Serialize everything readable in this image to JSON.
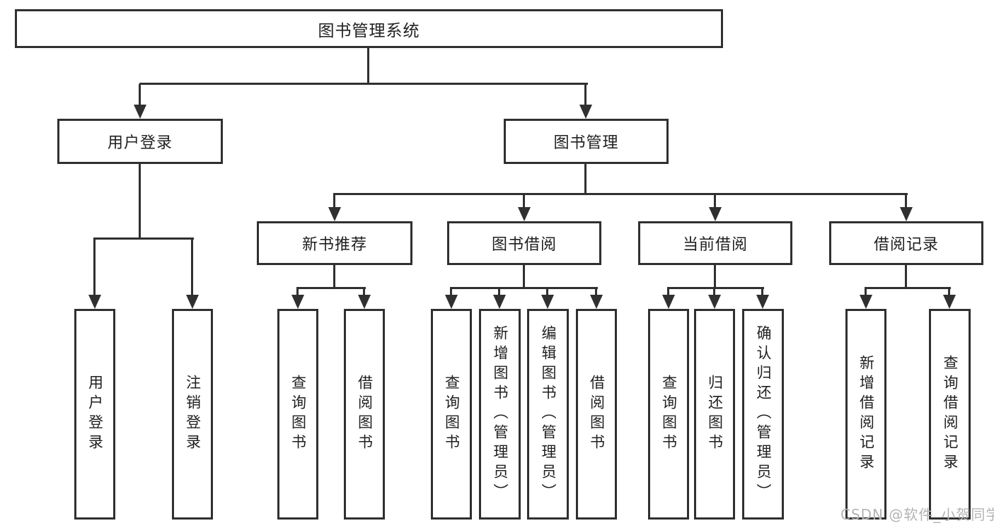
{
  "diagram": {
    "background": "#ffffff",
    "line_color": "#303030",
    "text_color": "#1f1f1f",
    "watermark": {
      "text": "CSDN @软件_小贺同学",
      "color": "#b3b3b3"
    },
    "tree": {
      "label": "图书管理系统",
      "children": [
        {
          "label": "用户登录",
          "children": [
            {
              "label": "用户登录"
            },
            {
              "label": "注销登录"
            }
          ]
        },
        {
          "label": "图书管理",
          "children": [
            {
              "label": "新书推荐",
              "children": [
                {
                  "label": "查询图书"
                },
                {
                  "label": "借阅图书"
                }
              ]
            },
            {
              "label": "图书借阅",
              "children": [
                {
                  "label": "查询图书"
                },
                {
                  "label": "新增图书（管理员）"
                },
                {
                  "label": "编辑图书（管理员）"
                },
                {
                  "label": "借阅图书"
                }
              ]
            },
            {
              "label": "当前借阅",
              "children": [
                {
                  "label": "查询图书"
                },
                {
                  "label": "归还图书"
                },
                {
                  "label": "确认归还（管理员）"
                }
              ]
            },
            {
              "label": "借阅记录",
              "children": [
                {
                  "label": "新增借阅记录"
                },
                {
                  "label": "查询借阅记录"
                }
              ]
            }
          ]
        }
      ]
    }
  }
}
